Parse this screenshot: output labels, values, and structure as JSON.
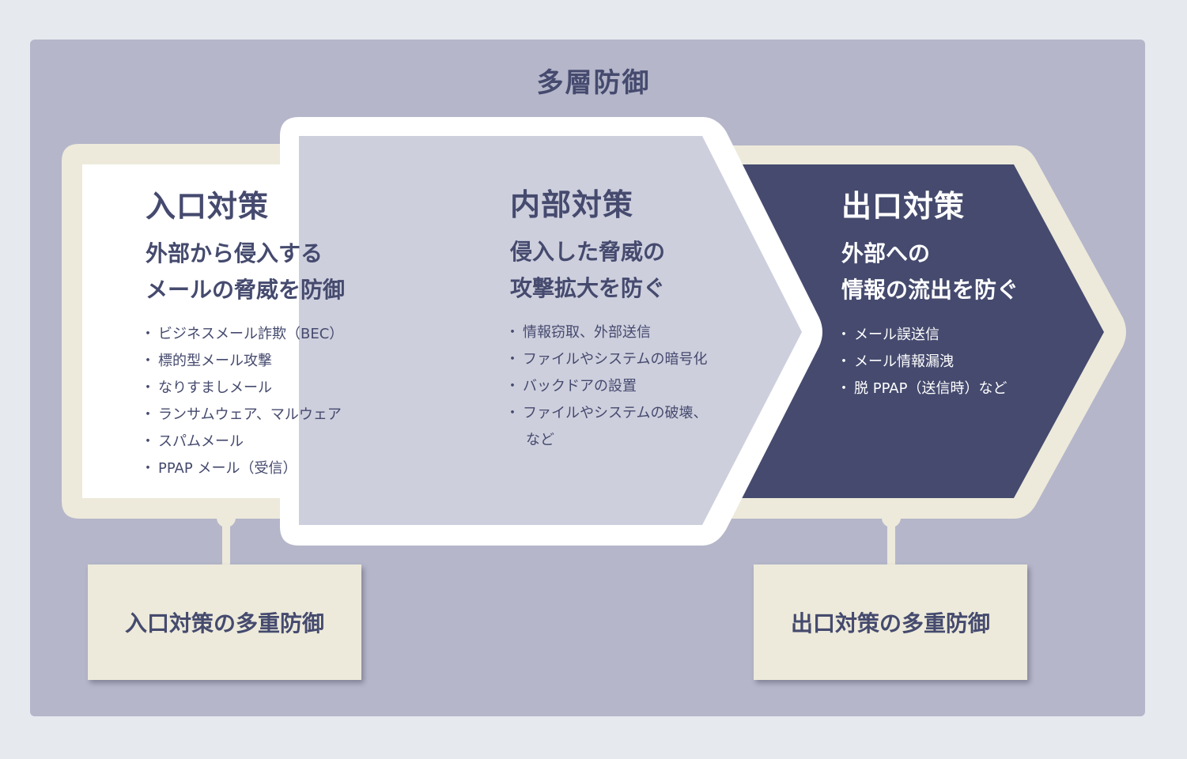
{
  "title": "多層防御",
  "stages": [
    {
      "heading": "入口対策",
      "subtitle_lines": [
        "外部から侵入する",
        "メールの脅威を防御"
      ],
      "items": [
        "ビジネスメール詐欺（BEC）",
        "標的型メール攻撃",
        "なりすましメール",
        "ランサムウェア、マルウェア",
        "スパムメール",
        "PPAP メール（受信）"
      ]
    },
    {
      "heading": "内部対策",
      "subtitle_lines": [
        "侵入した脅威の",
        "攻撃拡大を防ぐ"
      ],
      "items": [
        "情報窃取、外部送信",
        "ファイルやシステムの暗号化",
        "バックドアの設置",
        "ファイルやシステムの破壊、",
        "など"
      ]
    },
    {
      "heading": "出口対策",
      "subtitle_lines": [
        "外部への",
        "情報の流出を防ぐ"
      ],
      "items": [
        "メール誤送信",
        "メール情報漏洩",
        "脱 PPAP（送信時）など"
      ]
    }
  ],
  "callouts": [
    {
      "label": "入口対策の多重防御"
    },
    {
      "label": "出口対策の多重防御"
    }
  ],
  "colors": {
    "page_background": "#e6e9ee",
    "frame": "#b5b6ca",
    "cream": "#edeadb",
    "lavender": "#cecfdd",
    "navy": "#454a6e",
    "white": "#ffffff"
  }
}
